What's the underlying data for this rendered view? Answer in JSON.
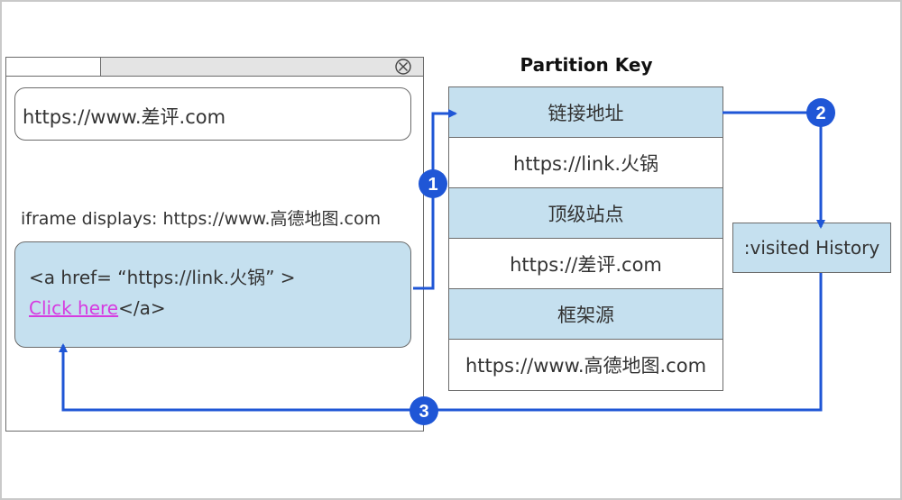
{
  "browser": {
    "address_url": "https://www.差评.com",
    "iframe_caption": "iframe displays: https://www.高德地图.com",
    "iframe_code_line1": "<a href= “https://link.火锅” >",
    "iframe_link_text": "Click here",
    "iframe_code_line2_suffix": "</a>"
  },
  "partition_key": {
    "title": "Partition Key",
    "rows": [
      {
        "label": "链接地址",
        "header": true
      },
      {
        "label": "https://link.火锅",
        "header": false
      },
      {
        "label": "顶级站点",
        "header": true
      },
      {
        "label": "https://差评.com",
        "header": false
      },
      {
        "label": "框架源",
        "header": true
      },
      {
        "label": "https://www.高德地图.com",
        "header": false
      }
    ]
  },
  "history": {
    "label": ":visited History"
  },
  "steps": [
    "1",
    "2",
    "3"
  ],
  "colors": {
    "arrow": "#1f56d6",
    "accent_fill": "#c5e0ef",
    "link": "#d63be0"
  }
}
